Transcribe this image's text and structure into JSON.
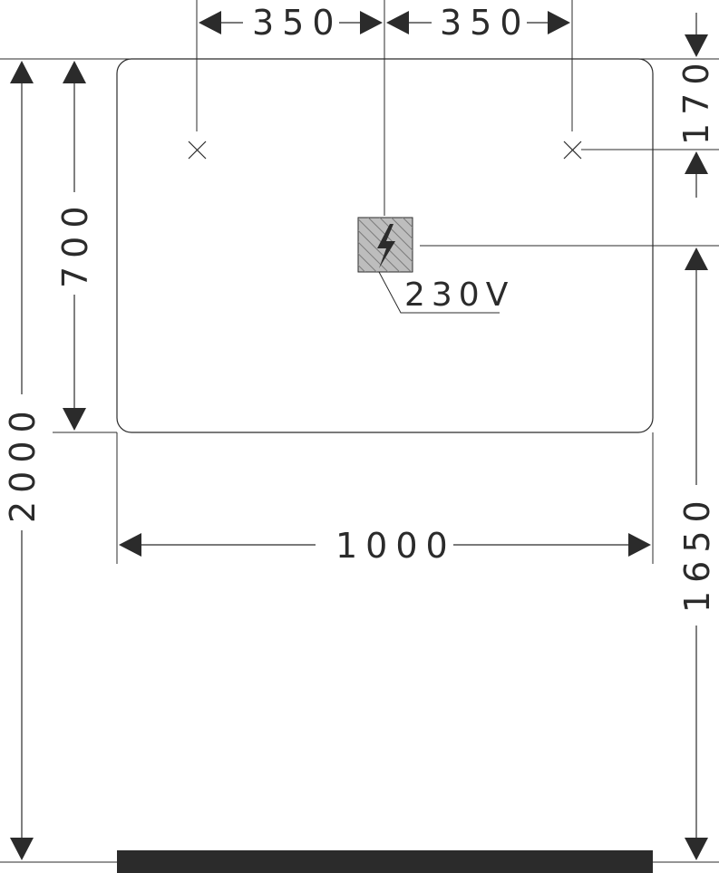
{
  "dimensions": {
    "left_spacing": "350",
    "right_spacing": "350",
    "top_offset": "170",
    "mirror_height": "700",
    "total_height": "2000",
    "socket_height": "1650",
    "mirror_width": "1000"
  },
  "socket": {
    "voltage_label": "230V",
    "icon": "electrical-hazard-icon"
  },
  "markers": {
    "mount_point_icon": "cross-mark-icon"
  },
  "colors": {
    "line": "#2b2b2b",
    "socket_fill": "#b8b8b8",
    "floor": "#2b2b2b"
  }
}
